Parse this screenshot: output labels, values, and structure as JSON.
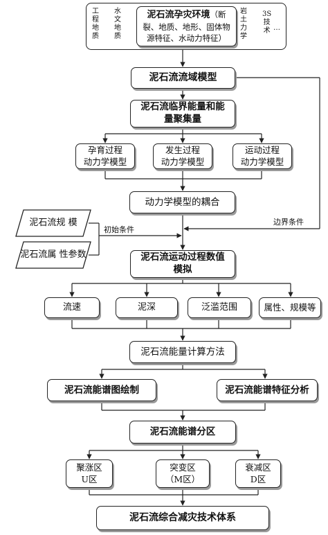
{
  "env": {
    "side_left_1": "工\n程\n地\n质",
    "side_left_2": "水\n文\n地\n质",
    "side_right_1": "岩\n土\n力\n学",
    "side_right_2": "3S\n技\n术",
    "side_right_dots": "…",
    "title": "泥石流孕灾环境",
    "desc_1": "（断",
    "desc_2": "裂、地质、地形、固体物",
    "desc_3": "源特征、水动力特征）"
  },
  "basin_model": "泥石流流域模型",
  "energy_box": {
    "line_1": "泥石流临界能量和能",
    "line_2": "量聚集量"
  },
  "dynamic_models": [
    {
      "line_1": "孕育过程",
      "line_2": "动力学模型"
    },
    {
      "line_1": "发生过程",
      "line_2": "动力学模型"
    },
    {
      "line_1": "运动过程",
      "line_2": "动力学模型"
    }
  ],
  "coupling": "动力学模型的耦合",
  "inputs": [
    {
      "line_1": "泥石流规",
      "line_2": "模"
    },
    {
      "line_1": "泥石流属",
      "line_2": "性参数"
    }
  ],
  "initial_conditions_label": "初始条件",
  "boundary_conditions_label": "边界条件",
  "simulation": {
    "line_1": "泥石流运动过程数值",
    "line_2": "模拟"
  },
  "outputs": [
    "流速",
    "泥深",
    "泛滥范围",
    "属性、规模等"
  ],
  "energy_method": "泥石流能量计算方法",
  "spectrum_map": "泥石流能谱图绘制",
  "spectrum_analysis": "泥石流能谱特征分析",
  "zoning": "泥石流能谱分区",
  "zones": [
    {
      "line_1": "聚涨区",
      "line_2": "U区"
    },
    {
      "line_1": "突变区",
      "line_2": "（M区）"
    },
    {
      "line_1": "衰减区",
      "line_2": "D区"
    }
  ],
  "system": "泥石流综合减灾技术体系"
}
